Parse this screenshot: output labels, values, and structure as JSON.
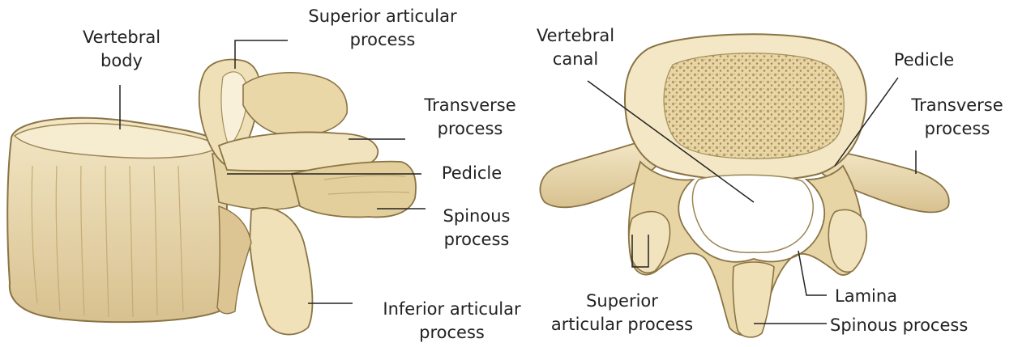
{
  "left_view": {
    "labels": {
      "vertebral_body": [
        "Vertebral",
        "body"
      ],
      "superior_articular_process": [
        "Superior articular",
        "process"
      ],
      "transverse_process": [
        "Transverse",
        "process"
      ],
      "pedicle": [
        "Pedicle"
      ],
      "spinous_process": [
        "Spinous",
        "process"
      ],
      "inferior_articular_process": [
        "Inferior articular",
        "process"
      ]
    }
  },
  "right_view": {
    "labels": {
      "vertebral_canal": [
        "Vertebral",
        "canal"
      ],
      "pedicle": [
        "Pedicle"
      ],
      "transverse_process": [
        "Transverse",
        "process"
      ],
      "superior_articular_process": [
        "Superior",
        "articular process"
      ],
      "lamina": [
        "Lamina"
      ],
      "spinous_process": [
        "Spinous process"
      ]
    }
  },
  "colors": {
    "bone": "#ecdcb2",
    "bone_shadow": "#c9b07a",
    "bone_outline": "#8a7444",
    "cancellous": "#d9c48f",
    "leader_line": "#222222"
  }
}
